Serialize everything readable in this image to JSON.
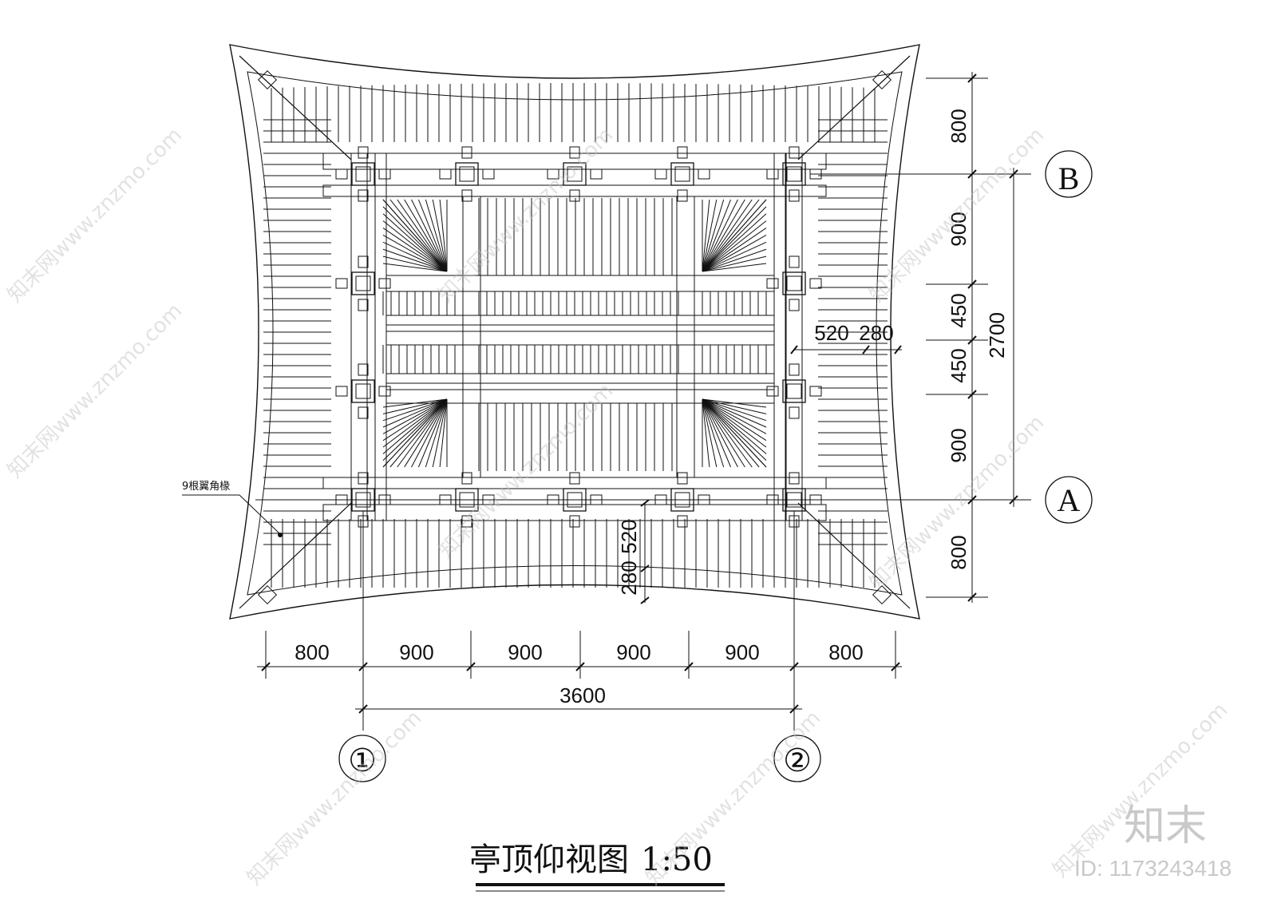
{
  "drawing": {
    "title": "亭顶仰视图",
    "scale": "1:50",
    "note": "9根翼角椽",
    "axes": {
      "b": "B",
      "a": "A",
      "one": "①",
      "two": "②"
    },
    "dims_bottom": [
      "800",
      "900",
      "900",
      "900",
      "900",
      "800"
    ],
    "dim_total_bottom": "3600",
    "dims_right": [
      "800",
      "900",
      "450",
      "450",
      "900",
      "800"
    ],
    "dim_total_right": "2700",
    "dims_detail": {
      "right_1": "520",
      "right_2": "280",
      "bottom_1": "520",
      "bottom_2": "280"
    }
  },
  "watermark": {
    "text": "知末网www.znzmo.com",
    "brand": "知末",
    "id_label": "ID: 1173243418"
  }
}
